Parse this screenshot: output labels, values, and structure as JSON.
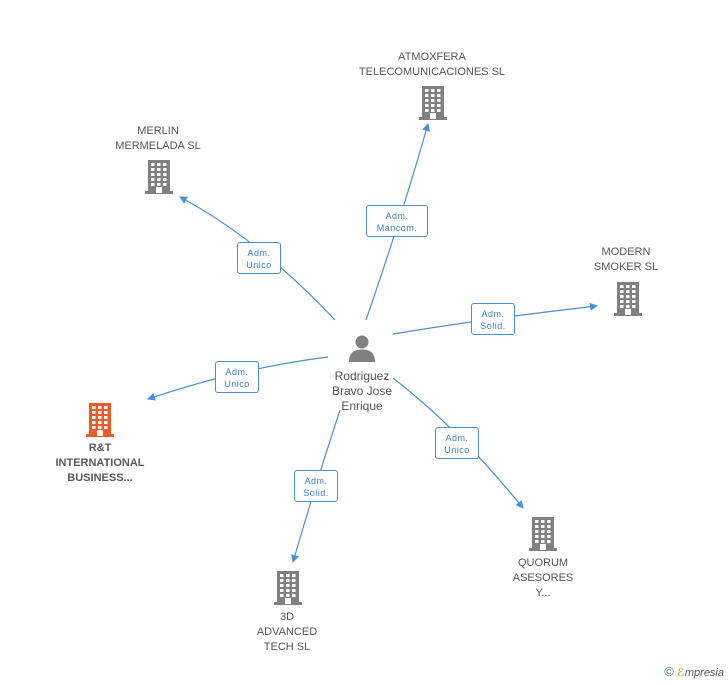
{
  "center": {
    "name_lines": [
      "Rodriguez",
      "Bravo Jose",
      "Enrique"
    ]
  },
  "companies": [
    {
      "id": "atmoxfera",
      "lines": [
        "ATMOXFERA",
        "TELECOMUNICACIONES SL"
      ],
      "highlight": false
    },
    {
      "id": "merlin",
      "lines": [
        "MERLIN",
        "MERMELADA SL"
      ],
      "highlight": false
    },
    {
      "id": "modern",
      "lines": [
        "MODERN",
        "SMOKER  SL"
      ],
      "highlight": false
    },
    {
      "id": "rt",
      "lines": [
        "R&T",
        "INTERNATIONAL",
        "BUSINESS..."
      ],
      "highlight": true
    },
    {
      "id": "quorum",
      "lines": [
        "QUORUM",
        "ASESORES",
        "Y..."
      ],
      "highlight": false
    },
    {
      "id": "3d",
      "lines": [
        "3D",
        "ADVANCED",
        "TECH SL"
      ],
      "highlight": false
    }
  ],
  "edges": [
    {
      "to": "atmoxfera",
      "role_lines": [
        "Adm.",
        "Mancom."
      ]
    },
    {
      "to": "merlin",
      "role_lines": [
        "Adm.",
        "Unico"
      ]
    },
    {
      "to": "modern",
      "role_lines": [
        "Adm.",
        "Solid."
      ]
    },
    {
      "to": "rt",
      "role_lines": [
        "Adm.",
        "Unico"
      ]
    },
    {
      "to": "quorum",
      "role_lines": [
        "Adm.",
        "Unico"
      ]
    },
    {
      "to": "3d",
      "role_lines": [
        "Adm.",
        "Solid."
      ]
    }
  ],
  "colors": {
    "edge": "#4a8fd9",
    "building": "#808080",
    "building_highlight": "#f05a28",
    "person": "#808080"
  },
  "footer": {
    "copyright": "©",
    "brand_initial": "ℰ",
    "brand_rest": "mpresia"
  }
}
